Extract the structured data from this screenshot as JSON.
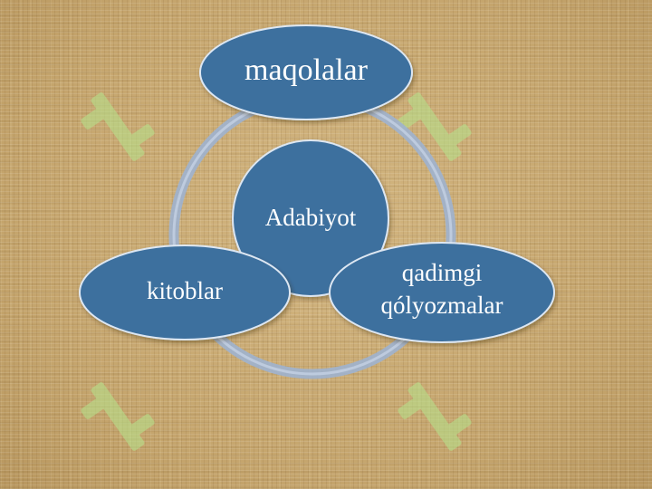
{
  "diagram": {
    "center": {
      "label": "Adabiyot"
    },
    "nodes": [
      {
        "id": "top",
        "lines": [
          "maqolalar"
        ]
      },
      {
        "id": "left",
        "lines": [
          "kitoblar"
        ]
      },
      {
        "id": "right",
        "lines": [
          "qadimgi",
          "qólyozmalar"
        ]
      }
    ]
  },
  "colors": {
    "node_fill": "#3e6f9e",
    "node_stroke": "#dde7f2",
    "ring": "#9fb2cf",
    "watermark": "#b7e08a"
  }
}
